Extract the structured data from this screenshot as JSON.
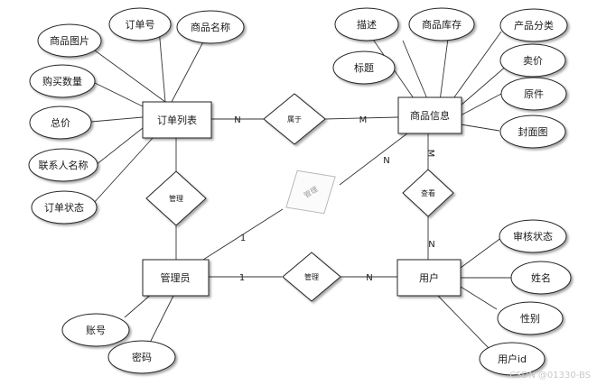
{
  "entities": {
    "order_list": "订单列表",
    "product_info": "商品信息",
    "admin": "管理员",
    "user": "用户"
  },
  "relationships": {
    "belongs": "属于",
    "manage_admin": "管理",
    "manage_product": "管理",
    "manage_user": "管理",
    "review": "查看"
  },
  "attributes": {
    "order_list": [
      "商品图片",
      "订单号",
      "商品名称",
      "购买数量",
      "总价",
      "联系人名称",
      "订单状态"
    ],
    "product_info": [
      "描述",
      "商品库存",
      "产品分类",
      "标题",
      "卖价",
      "原件",
      "封面图"
    ],
    "admin": [
      "账号",
      "密码"
    ],
    "user": [
      "审核状态",
      "姓名",
      "性别",
      "用户id"
    ]
  },
  "cardinalities": {
    "order_belongs": "N",
    "belongs_product": "M",
    "admin_manage_product": "1",
    "manage_product_n": "N",
    "admin_manage_user": "1",
    "manage_user_n": "N",
    "product_review": "M",
    "review_user": "N"
  },
  "watermark": "CSDN @01330-BS"
}
